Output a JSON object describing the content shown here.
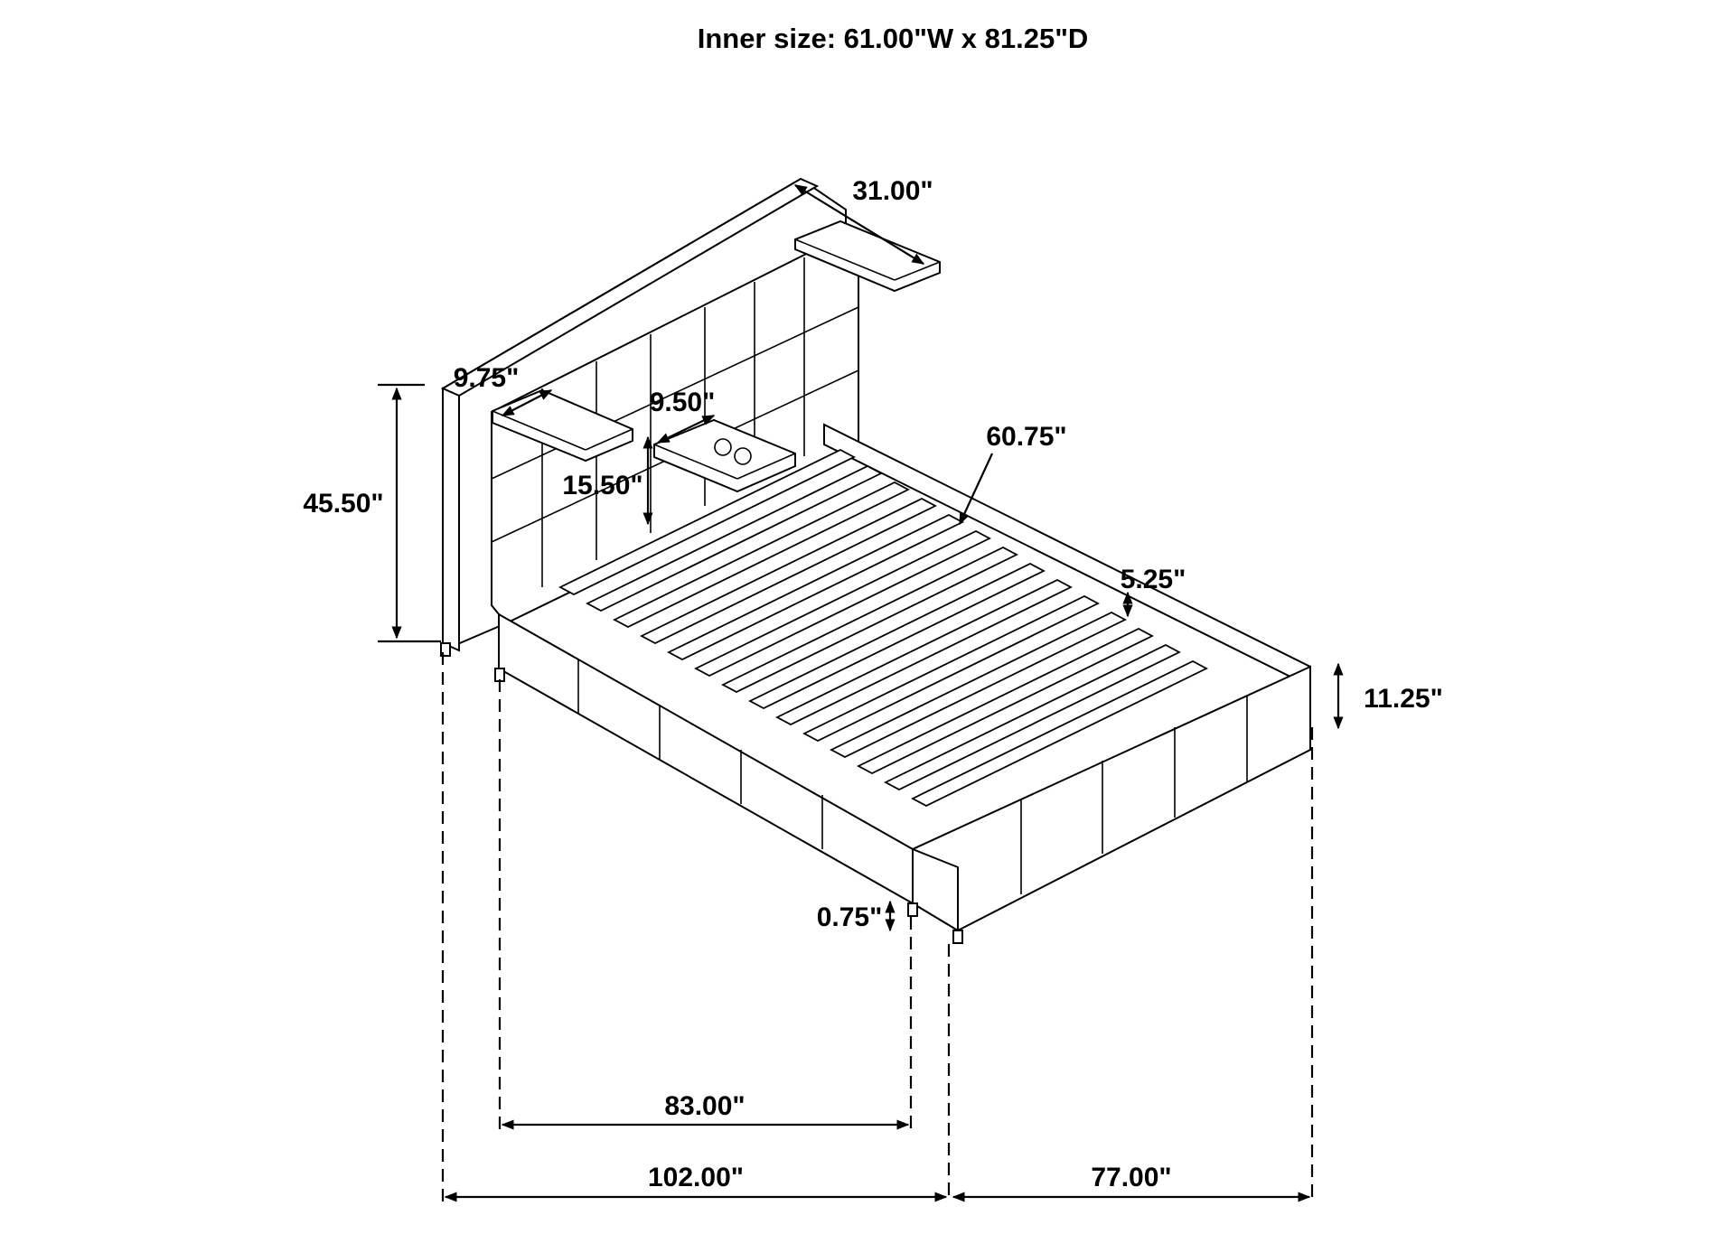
{
  "title": "Inner size: 61.00\"W x 81.25\"D",
  "dimensions": {
    "shelf_length": "31.00\"",
    "shelf_depth": "9.75\"",
    "nightstand_width": "9.50\"",
    "total_height": "45.50\"",
    "nightstand_height": "15.50\"",
    "inner_width": "60.75\"",
    "rail_width": "5.25\"",
    "rail_height": "11.25\"",
    "clearance": "0.75\"",
    "inner_length": "83.00\"",
    "total_length": "102.00\"",
    "total_width": "77.00\""
  },
  "colors": {
    "line": "#000000",
    "background": "#ffffff"
  }
}
